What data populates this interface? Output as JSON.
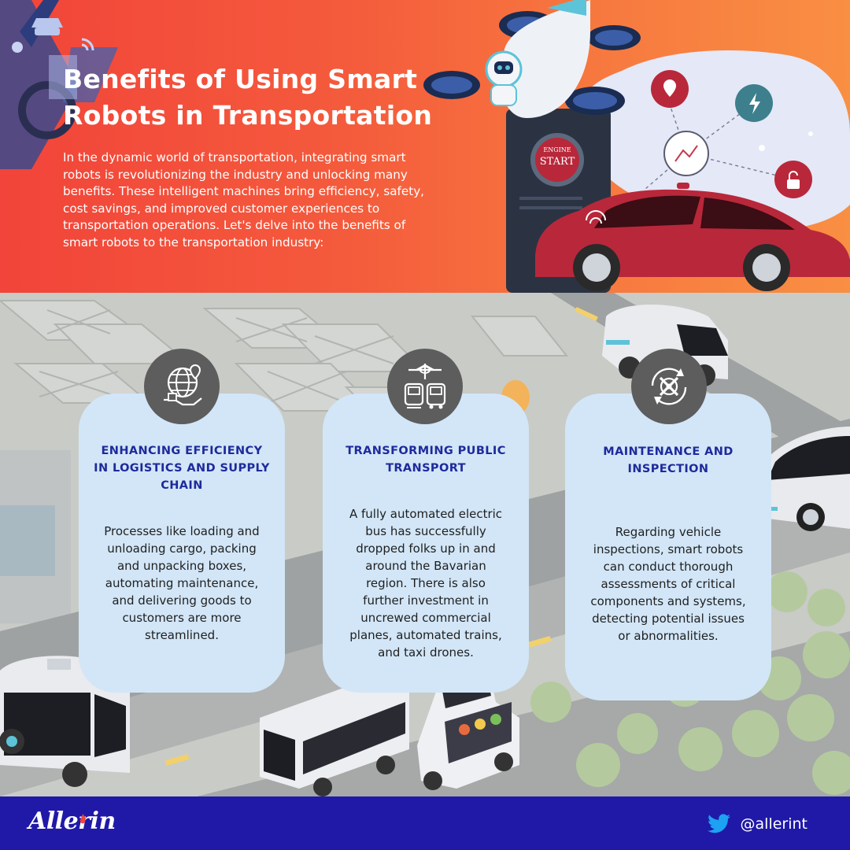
{
  "header": {
    "title": "Benefits of Using Smart Robots in Transportation",
    "intro": "In the dynamic world of transportation, integrating smart robots is revolutionizing the industry and unlocking many benefits. These intelligent machines bring efficiency, safety, cost savings, and improved customer experiences to transportation operations. Let's delve into the benefits of smart robots to the transportation industry:",
    "engine_button": {
      "line1": "ENGINE",
      "line2": "START"
    }
  },
  "cards": [
    {
      "icon": "globe-hand-package-icon",
      "title": "ENHANCING EFFICIENCY IN LOGISTICS AND SUPPLY CHAIN",
      "text": "Processes like loading and unloading cargo, packing and unpacking boxes, automating maintenance, and delivering goods to customers are more streamlined."
    },
    {
      "icon": "plane-train-bus-icon",
      "title": "TRANSFORMING PUBLIC TRANSPORT",
      "text": "A fully automated electric bus has successfully dropped folks up in and around the Bavarian region. There is also further investment in uncrewed commercial planes, automated trains, and taxi drones."
    },
    {
      "icon": "wrench-gear-cycle-icon",
      "title": "MAINTENANCE AND INSPECTION",
      "text": "Regarding vehicle inspections, smart robots can conduct thorough assessments of critical components and systems, detecting potential issues or abnormalities."
    }
  ],
  "footer": {
    "brand": "Allerin",
    "social_icon": "twitter-icon",
    "handle": "@allerint"
  },
  "colors": {
    "header_start": "#f2443a",
    "header_end": "#f98f43",
    "card_bg": "#d2e6f7",
    "card_title": "#1e2a9c",
    "icon_circle": "#5d5d5d",
    "footer_bg": "#2019a8",
    "car_red": "#b8283a"
  }
}
